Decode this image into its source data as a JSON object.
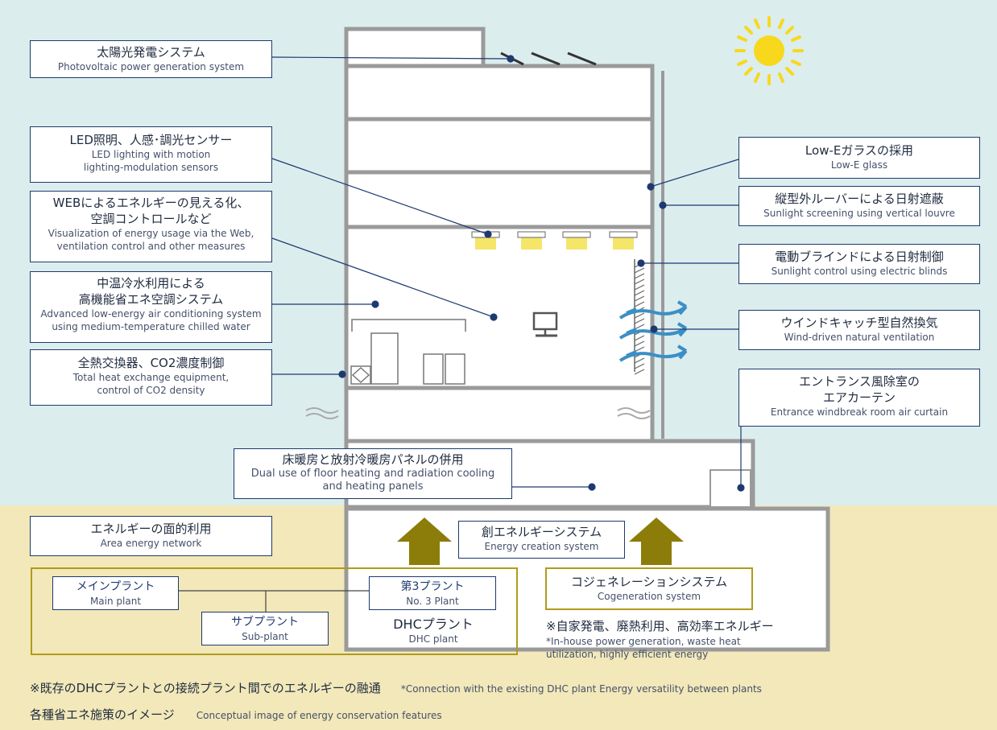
{
  "labels": {
    "pv": {
      "jp": "太陽光発電システム",
      "en": "Photovoltaic power generation system"
    },
    "led": {
      "jp": "LED照明、人感･調光センサー",
      "en1": "LED lighting with motion",
      "en2": "lighting-modulation sensors"
    },
    "web": {
      "jp1": "WEBによるエネルギーの見える化、",
      "jp2": "空調コントロールなど",
      "en1": "Visualization of energy usage via the Web,",
      "en2": "ventilation control and other measures"
    },
    "hvac": {
      "jp1": "中温冷水利用による",
      "jp2": "高機能省エネ空調システム",
      "en1": "Advanced low-energy air conditioning system",
      "en2": "using medium-temperature chilled water"
    },
    "heatex": {
      "jp": "全熱交換器、CO2濃度制御",
      "en1": "Total heat exchange equipment,",
      "en2": "control of CO2 density"
    },
    "lowe": {
      "jp": "Low-Eガラスの採用",
      "en": "Low-E glass"
    },
    "louvre": {
      "jp": "縦型外ルーバーによる日射遮蔽",
      "en": "Sunlight screening using vertical louvre"
    },
    "blinds": {
      "jp": "電動ブラインドによる日射制御",
      "en": "Sunlight control using electric blinds"
    },
    "wind": {
      "jp": "ウインドキャッチ型自然換気",
      "en": "Wind-driven natural ventilation"
    },
    "entrance": {
      "jp1": "エントランス風除室の",
      "jp2": "エアカーテン",
      "en": "Entrance windbreak room air curtain"
    },
    "floor": {
      "jp": "床暖房と放射冷暖房パネルの併用",
      "en1": "Dual use of floor heating and radiation cooling",
      "en2": "and heating panels"
    },
    "area": {
      "jp": "エネルギーの面的利用",
      "en": "Area energy network"
    },
    "creation": {
      "jp": "創エネルギーシステム",
      "en": "Energy creation system"
    },
    "cogen": {
      "jp": "コジェネレーションシステム",
      "en": "Cogeneration system"
    },
    "main_plant": {
      "jp": "メインプラント",
      "en": "Main plant"
    },
    "no3_plant": {
      "jp": "第3プラント",
      "en": "No. 3 Plant"
    },
    "sub_plant": {
      "jp": "サブプラント",
      "en": "Sub-plant"
    },
    "dhc": {
      "jp": "DHCプラント",
      "en": "DHC plant"
    }
  },
  "notes": {
    "selfgen_jp": "※自家発電、廃熱利用、高効率エネルギー",
    "selfgen_en1": "*In-house power generation, waste heat",
    "selfgen_en2": "utilization, highly efficient energy",
    "connection_jp": "※既存のDHCプラントとの接続プラント間でのエネルギーの融通",
    "connection_en": "*Connection with the existing DHC plant Energy versatility between plants",
    "caption_jp": "各種省エネ施策のイメージ",
    "caption_en": "Conceptual image of energy conservation features"
  },
  "colors": {
    "sky": "#dcedee",
    "ground": "#f2e8b9",
    "navy": "#1d3a6e",
    "olive": "#8c7d0a",
    "sun": "#f8d81d",
    "wall": "#9a9a9a",
    "arrow_blue": "#3a8fc6"
  },
  "icons": [
    "sun-icon",
    "solar-panel-icon",
    "monitor-icon",
    "ceiling-light-icon",
    "ventilation-arrow-icon",
    "up-arrow-icon"
  ]
}
